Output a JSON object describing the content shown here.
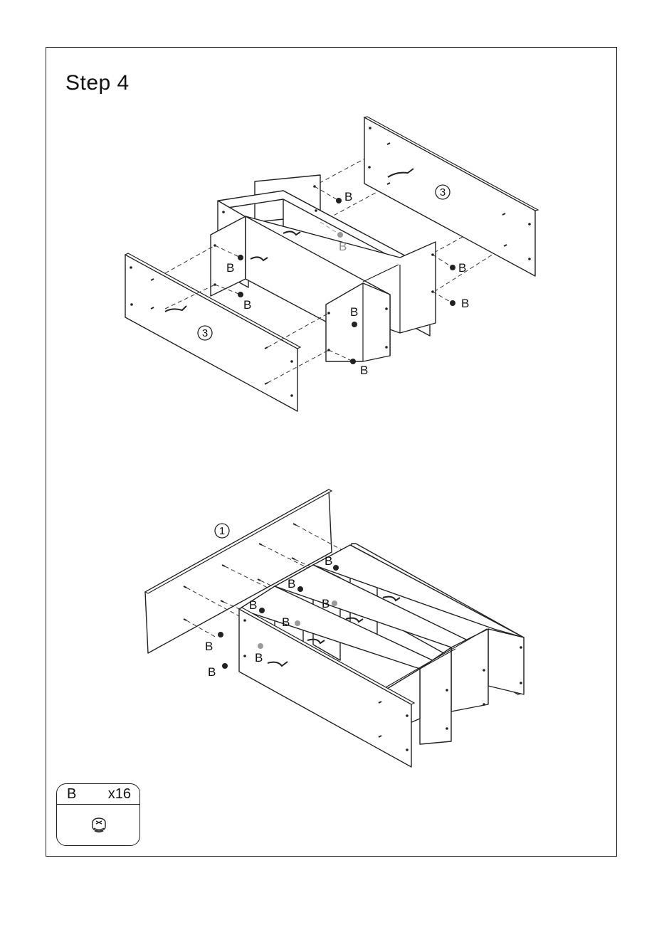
{
  "title": "Step 4",
  "parts": {
    "side_panel_number": "3",
    "back_panel_number": "1",
    "fitting_letter": "B"
  },
  "legend": {
    "letter": "B",
    "quantity": "x16",
    "icon": "cam-lock-fitting-icon"
  }
}
